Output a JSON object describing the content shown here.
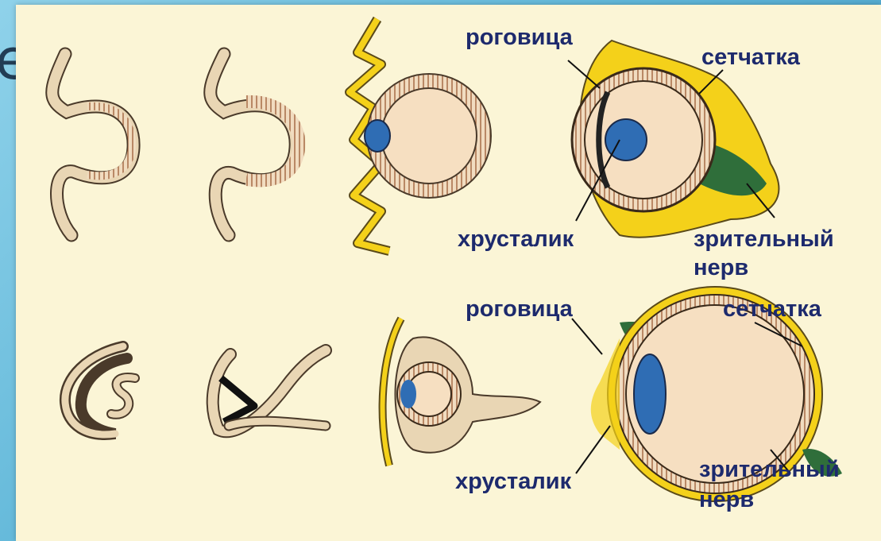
{
  "slide_title_fragment": "e",
  "colors": {
    "tissue": "#e9d6b4",
    "tissue_outline": "#4a3a2a",
    "retina_hatch": "#c07a46",
    "lens": "#2f6db4",
    "yellow": "#f4d11a",
    "nerve_green": "#2f6e3a",
    "label_text": "#1d2a6d",
    "panel_bg": "#fbf5d6"
  },
  "top_row": {
    "labels": {
      "cornea": "роговица",
      "retina": "сетчатка",
      "lens": "хрусталик",
      "optic_nerve_line1": "зрительный",
      "optic_nerve_line2": "нерв"
    }
  },
  "bottom_row": {
    "labels": {
      "cornea": "роговица",
      "retina": "сетчатка",
      "lens": "хрусталик",
      "optic_nerve_line1": "зрительный",
      "optic_nerve_line2": "нерв"
    }
  }
}
